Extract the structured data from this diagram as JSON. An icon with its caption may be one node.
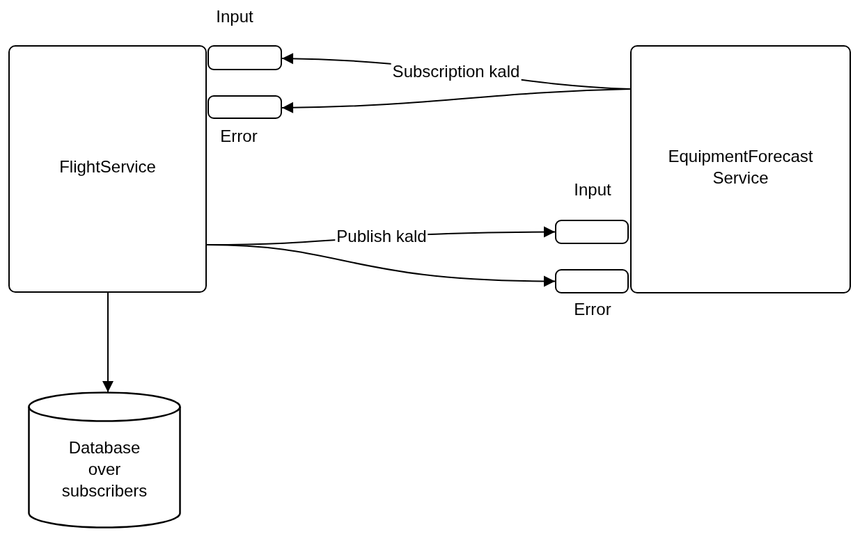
{
  "diagram": {
    "nodes": [
      {
        "text": [
          "FlightService"
        ]
      },
      {
        "text": [],
        "shape": "box",
        "beside": [
          "Input"
        ]
      },
      {
        "text": [],
        "shape": "box",
        "beside": [
          "Error"
        ]
      },
      {
        "text": [
          "EquipmentForecast Service"
        ]
      },
      {
        "text": [],
        "shape": "box",
        "beside": [
          "Input"
        ]
      },
      {
        "text": [],
        "shape": "box",
        "beside": [
          "Error"
        ]
      },
      {
        "text": [
          "Database over subscribers"
        ]
      }
    ],
    "edges": [
      {
        "from": 3,
        "to": 1,
        "arrow": "to",
        "label": "Subscription kald"
      },
      {
        "from": 3,
        "to": 2,
        "arrow": "to"
      },
      {
        "from": 0,
        "to": 4,
        "arrow": "to",
        "label": "Publish kald"
      },
      {
        "from": 0,
        "to": 5,
        "arrow": "to"
      },
      {
        "from": 0,
        "to": 6,
        "arrow": "to"
      }
    ]
  }
}
